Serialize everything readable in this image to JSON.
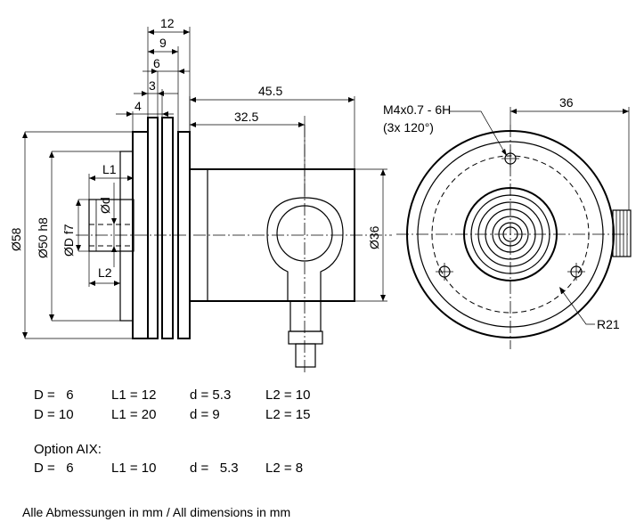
{
  "drawing": {
    "dimensions": {
      "d12": "12",
      "d9": "9",
      "d6": "6",
      "d3": "3",
      "d4": "4",
      "d45_5": "45.5",
      "d32_5": "32.5",
      "d36_top": "36",
      "dia58": "Ø58",
      "dia50": "Ø50 h8",
      "diaD": "ØD f7",
      "diad": "Ød",
      "L1": "L1",
      "L2": "L2",
      "dia36": "Ø36",
      "thread": "M4x0.7 - 6H",
      "thread_count": "(3x 120°)",
      "R21": "R21"
    }
  },
  "table_standard": {
    "rows": [
      {
        "D": "D =   6",
        "L1": "L1 = 12",
        "d": "d = 5.3",
        "L2": "L2 = 10"
      },
      {
        "D": "D = 10",
        "L1": "L1 = 20",
        "d": "d = 9",
        "L2": "L2 = 15"
      }
    ]
  },
  "option": {
    "title": "Option AIX:",
    "rows": [
      {
        "D": "D =   6",
        "L1": "L1 = 10",
        "d": "d =   5.3",
        "L2": "L2 = 8"
      }
    ]
  },
  "footer": "Alle Abmessungen in mm / All dimensions in mm"
}
